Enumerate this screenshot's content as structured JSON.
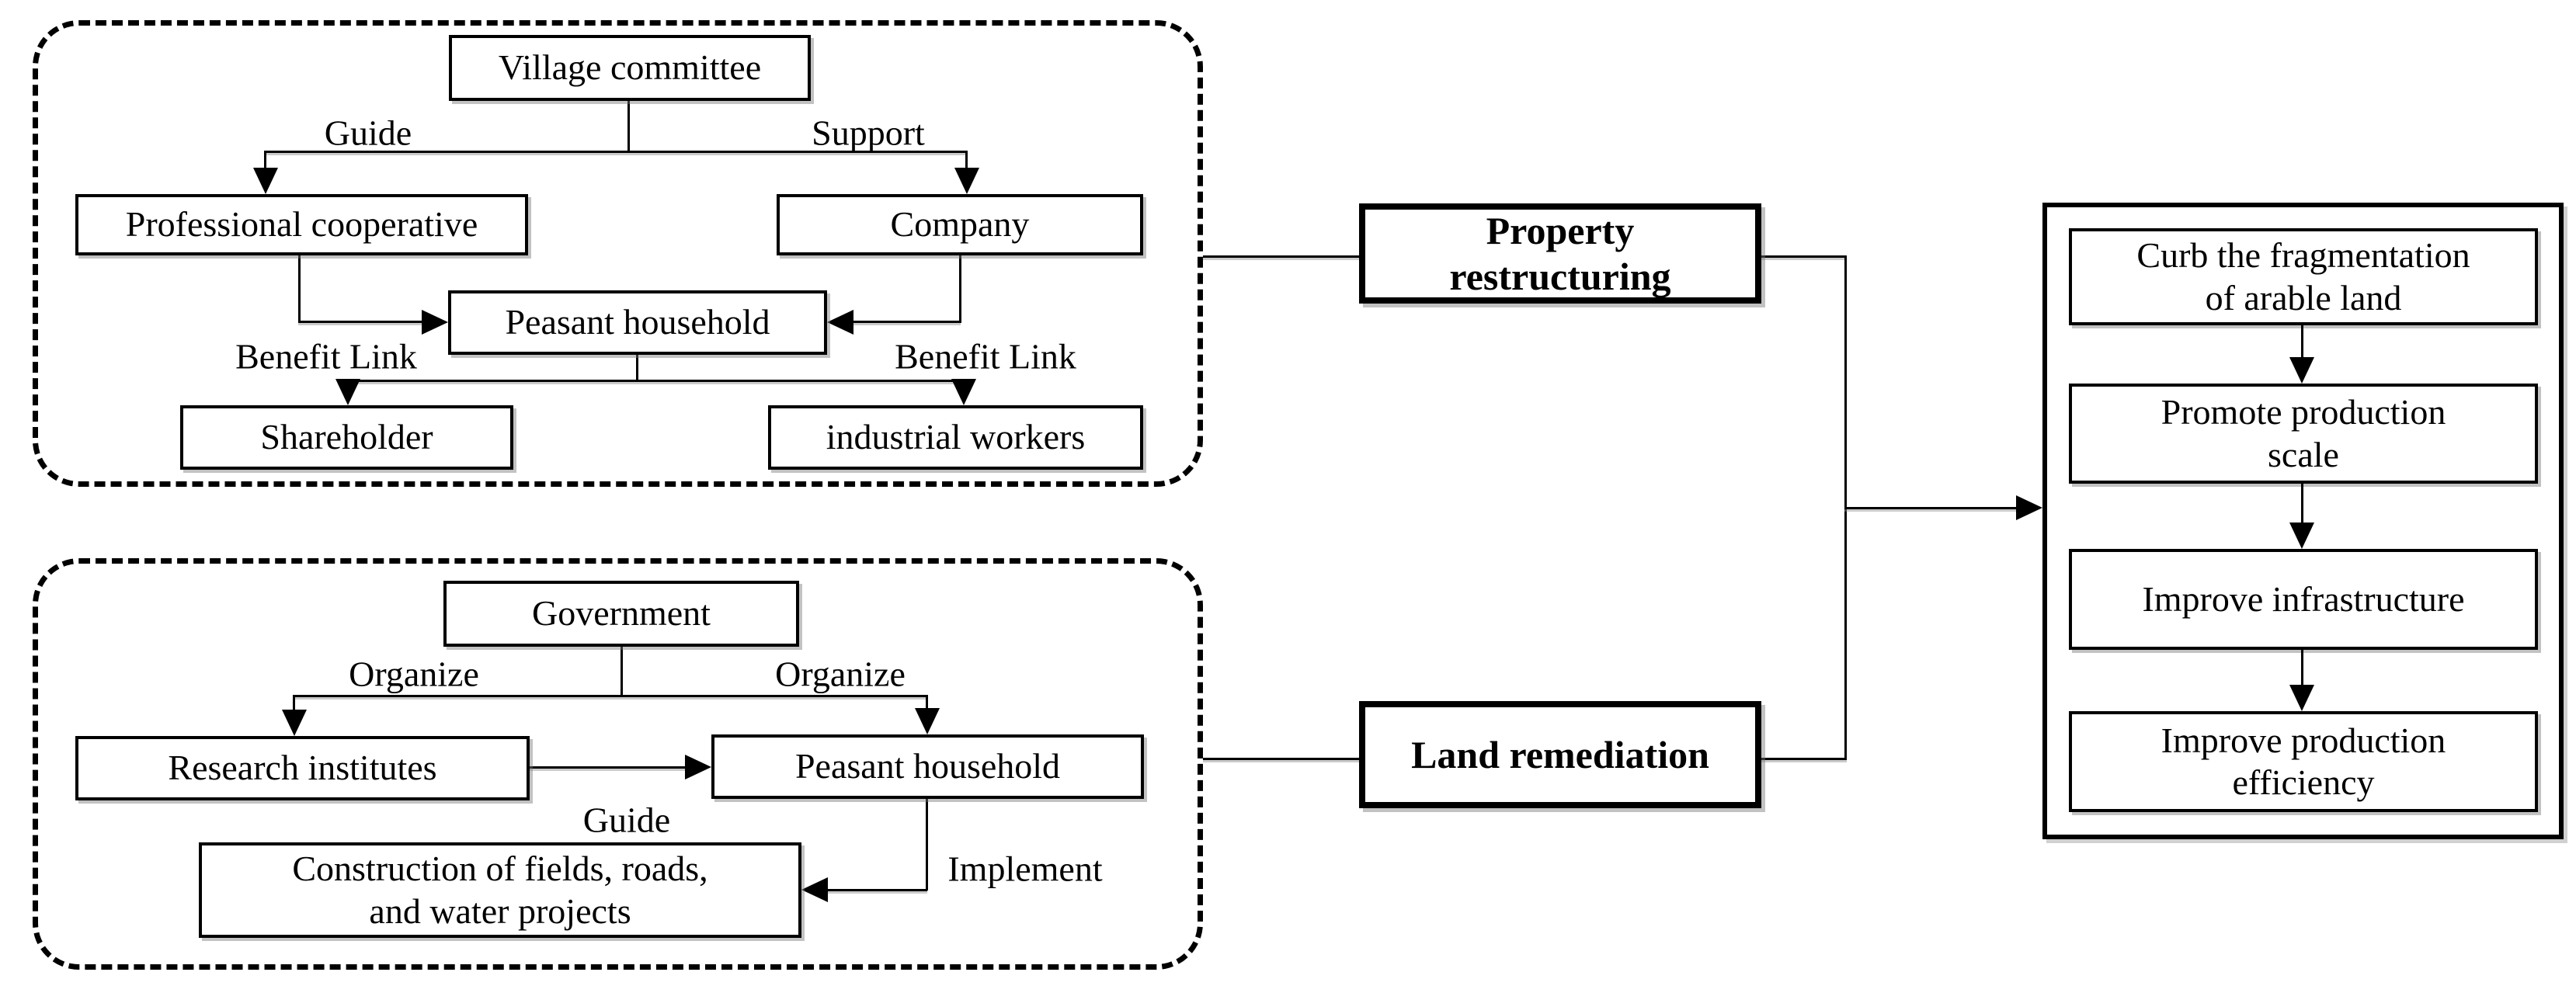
{
  "figure": {
    "colors": {
      "ink": "#000000",
      "background": "#ffffff"
    },
    "property_group": {
      "village_committee": "Village committee",
      "guide": "Guide",
      "support": "Support",
      "professional_cooperative": "Professional cooperative",
      "company": "Company",
      "peasant_household": "Peasant household",
      "benefit_link_left": "Benefit Link",
      "benefit_link_right": "Benefit Link",
      "shareholder": "Shareholder",
      "industrial_workers": "industrial workers"
    },
    "land_group": {
      "government": "Government",
      "organize_left": "Organize",
      "organize_right": "Organize",
      "research_institutes": "Research institutes",
      "peasant_household": "Peasant household",
      "guide": "Guide",
      "implement": "Implement",
      "construction": "Construction of fields, roads,\nand water projects"
    },
    "middle": {
      "property_restructuring": "Property\nrestructuring",
      "land_remediation": "Land remediation"
    },
    "outcomes": [
      "Curb the fragmentation\nof arable land",
      "Promote production\nscale",
      "Improve infrastructure",
      "Improve production\nefficiency"
    ]
  }
}
